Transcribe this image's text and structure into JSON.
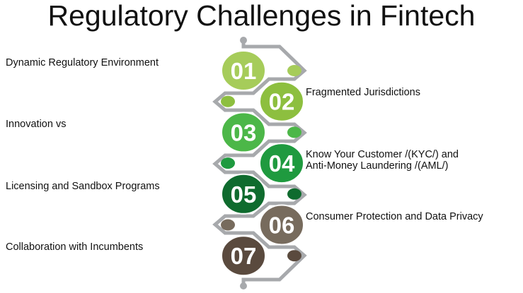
{
  "title": "Regulatory Challenges in Fintech",
  "steps": [
    {
      "num": "01",
      "label": "Dynamic Regulatory Environment",
      "color": "#a6cc5a"
    },
    {
      "num": "02",
      "label": "Fragmented Jurisdictions",
      "color": "#8dbf3f"
    },
    {
      "num": "03",
      "label": "Innovation vs",
      "color": "#4cb748"
    },
    {
      "num": "04",
      "label_line1": "Know Your Customer /(KYC/) and",
      "label_line2": "Anti-Money Laundering /(AML/)",
      "color": "#1f9a3f"
    },
    {
      "num": "05",
      "label": "Licensing and Sandbox Programs",
      "color": "#0f6b2e"
    },
    {
      "num": "06",
      "label": "Consumer Protection and Data Privacy",
      "color": "#776b5d"
    },
    {
      "num": "07",
      "label": "Collaboration with Incumbents",
      "color": "#5a4a3e"
    }
  ],
  "connector_color": "#a7a9ac"
}
